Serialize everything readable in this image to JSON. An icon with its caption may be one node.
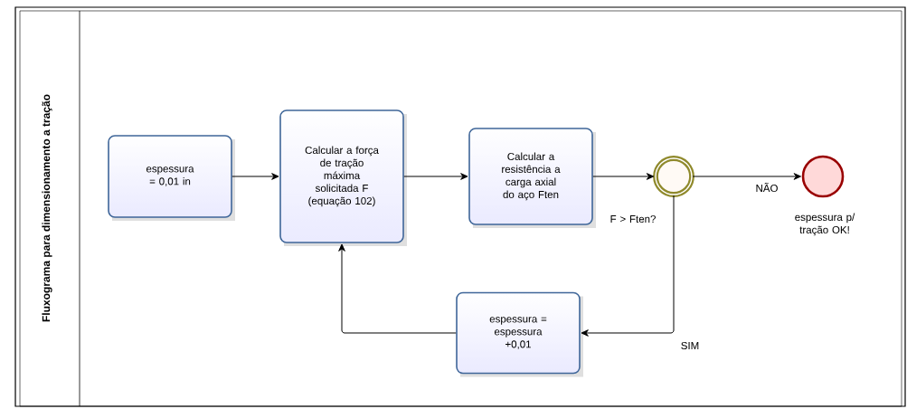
{
  "diagram": {
    "nodes": [
      {
        "text": [
          "Fluxograma para dimensionamento a tração"
        ]
      },
      {
        "text": [
          "espessura = 0,01 in"
        ],
        "in": 0
      },
      {
        "text": [
          "Calcular a força de tração máxima solicitada F (equação 102)"
        ],
        "in": 0
      },
      {
        "text": [
          "Calcular a resistência a carga axial do aço Ften"
        ],
        "in": 0
      },
      {
        "text": [],
        "shape": "circle",
        "beside": [
          "F > Ften?"
        ],
        "in": 0
      },
      {
        "text": [],
        "shape": "circle",
        "beside": [
          "espessura p/ tração OK!"
        ],
        "in": 0
      },
      {
        "text": [
          "espessura = espessura +0,01"
        ],
        "in": 0
      }
    ],
    "edges": [
      {
        "from": 1,
        "to": 2,
        "arrow": "to"
      },
      {
        "from": 2,
        "to": 3,
        "arrow": "to"
      },
      {
        "from": 3,
        "to": 4,
        "arrow": "to"
      },
      {
        "from": 4,
        "to": 5,
        "arrow": "to",
        "label": "NÃO"
      },
      {
        "from": 4,
        "to": 6,
        "arrow": "to",
        "label": "SIM"
      },
      {
        "from": 6,
        "to": 2,
        "arrow": "to"
      }
    ]
  }
}
